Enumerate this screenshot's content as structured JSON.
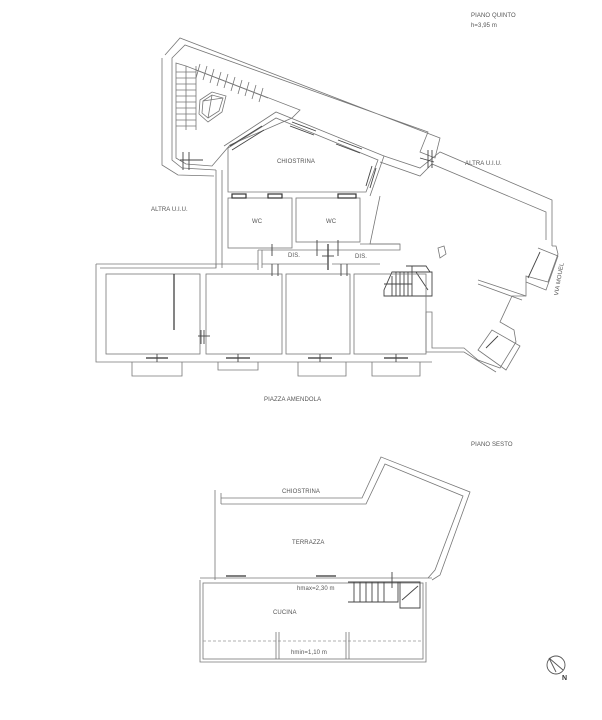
{
  "title_block": {
    "floor_5": "PIANO QUINTO",
    "floor_5_height": "h=3,95 m",
    "floor_6": "PIANO SESTO"
  },
  "floor_5_labels": {
    "chiostrina": "CHIOSTRINA",
    "altra_uiu_left": "ALTRA U.I.U.",
    "altra_uiu_right": "ALTRA U.I.U.",
    "wc_1": "WC",
    "wc_2": "WC",
    "dis_1": "DIS.",
    "dis_2": "DIS.",
    "street_east": "VIA MOUEL",
    "square_south": "PIAZZA AMENDOLA"
  },
  "floor_6_labels": {
    "chiostrina": "CHIOSTRINA",
    "terrazza": "TERRAZZA",
    "cucina": "CUCINA",
    "height_max": "hmax=2,30 m",
    "height_min": "hmin=1,10 m"
  },
  "compass": {
    "north_label": "N"
  },
  "colors": {
    "wall_line": "#777777",
    "text": "#555555",
    "background": "#ffffff"
  }
}
